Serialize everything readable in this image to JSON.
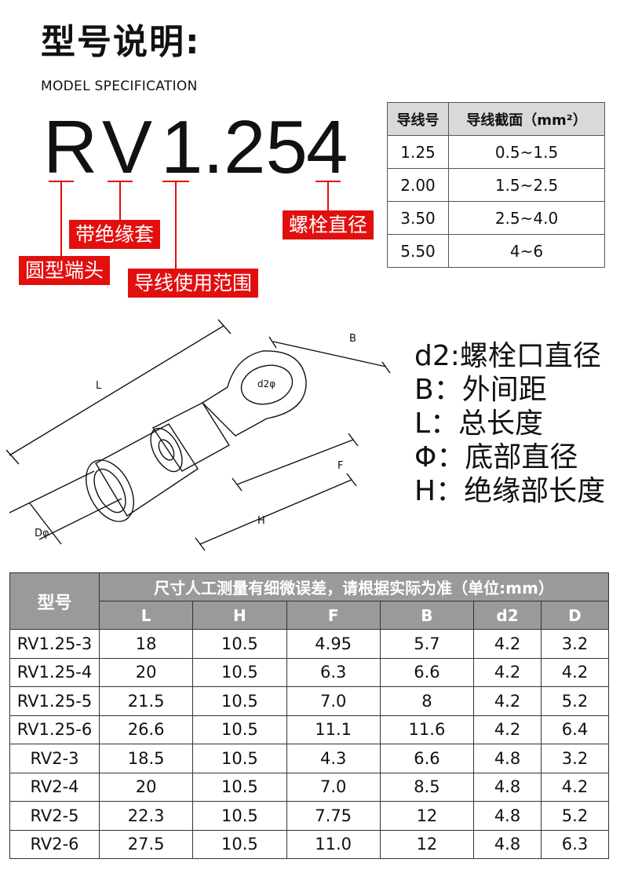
{
  "header": {
    "title_zh": "型号说明:",
    "title_en": "MODEL SPECIFICATION"
  },
  "model_code": {
    "letters": [
      "R",
      "V",
      "1.25",
      "4"
    ]
  },
  "tags": {
    "round_terminal": "圆型端头",
    "insulated_sleeve": "带绝缘套",
    "wire_range": "导线使用范围",
    "bolt_diameter": "螺栓直径"
  },
  "colors": {
    "accent_red": "#e20f0f",
    "header_gray": "#9a9a9a"
  },
  "wire_table": {
    "headers": [
      "导线号",
      "导线截面（mm²）"
    ],
    "rows": [
      [
        "1.25",
        "0.5~1.5"
      ],
      [
        "2.00",
        "1.5~2.5"
      ],
      [
        "3.50",
        "2.5~4.0"
      ],
      [
        "5.50",
        "4~6"
      ]
    ]
  },
  "diagram": {
    "labels": {
      "B": "B",
      "L": "L",
      "F": "F",
      "H": "H",
      "d2": "d2φ",
      "D": "Dφ"
    }
  },
  "legend": [
    "d2:螺栓口直径",
    "B：外间距",
    "L：总长度",
    "Φ：底部直径",
    "H：绝缘部长度"
  ],
  "spec_table": {
    "model_header": "型号",
    "note_header": "尺寸人工测量有细微误差，请根据实际为准（单位:mm）",
    "columns": [
      "L",
      "H",
      "F",
      "B",
      "d2",
      "D"
    ],
    "rows": [
      [
        "RV1.25-3",
        "18",
        "10.5",
        "4.95",
        "5.7",
        "4.2",
        "3.2"
      ],
      [
        "RV1.25-4",
        "20",
        "10.5",
        "6.3",
        "6.6",
        "4.2",
        "4.2"
      ],
      [
        "RV1.25-5",
        "21.5",
        "10.5",
        "7.0",
        "8",
        "4.2",
        "5.2"
      ],
      [
        "RV1.25-6",
        "26.6",
        "10.5",
        "11.1",
        "11.6",
        "4.2",
        "6.4"
      ],
      [
        "RV2-3",
        "18.5",
        "10.5",
        "4.3",
        "6.6",
        "4.8",
        "3.2"
      ],
      [
        "RV2-4",
        "20",
        "10.5",
        "7.0",
        "8.5",
        "4.8",
        "4.2"
      ],
      [
        "RV2-5",
        "22.3",
        "10.5",
        "7.75",
        "12",
        "4.8",
        "5.2"
      ],
      [
        "RV2-6",
        "27.5",
        "10.5",
        "11.0",
        "12",
        "4.8",
        "6.3"
      ]
    ]
  }
}
